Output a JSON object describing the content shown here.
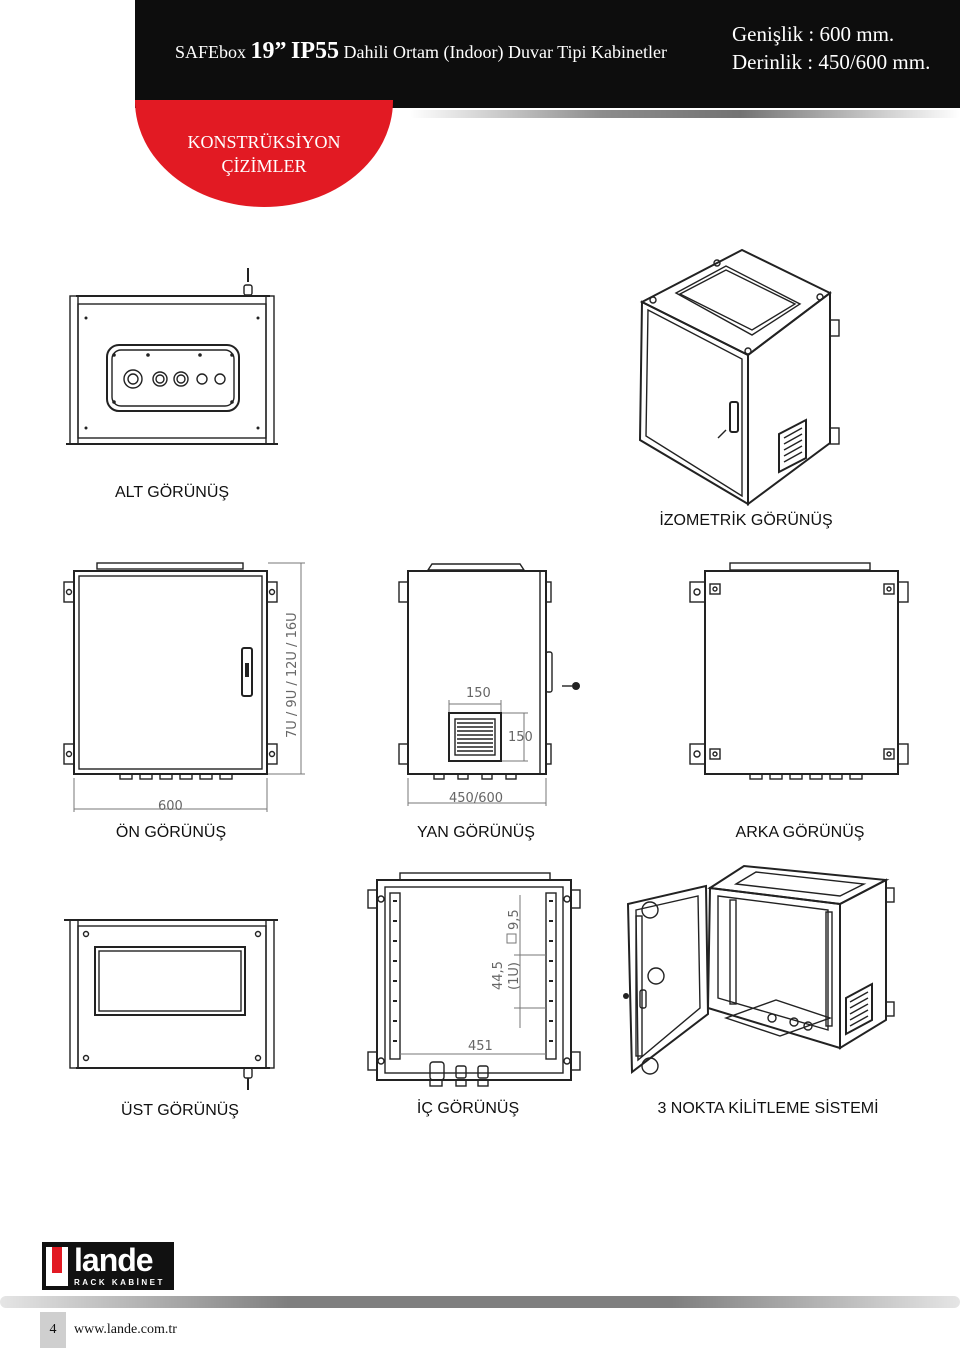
{
  "header": {
    "brand": "SAFEbox",
    "size": "19”",
    "rating": "IP55",
    "subtitle": "Dahili Ortam (Indoor) Duvar Tipi Kabinetler",
    "width_spec": "Genişlik : 600 mm.",
    "depth_spec": "Derinlik : 450/600 mm."
  },
  "badge": {
    "line1": "KONSTRÜKSİYON",
    "line2": "ÇİZİMLER"
  },
  "views": {
    "bottom": "ALT GÖRÜNÜŞ",
    "isometric": "İZOMETRİK GÖRÜNÜŞ",
    "front": "ÖN GÖRÜNÜŞ",
    "side": "YAN GÖRÜNÜŞ",
    "rear": "ARKA GÖRÜNÜŞ",
    "top": "ÜST GÖRÜNÜŞ",
    "interior": "İÇ GÖRÜNÜŞ",
    "locking": "3 NOKTA KİLİTLEME SİSTEMİ"
  },
  "dimensions": {
    "front_width": "600",
    "front_height": "7U / 9U / 12U / 16U",
    "side_depth": "450/600",
    "vent_width": "150",
    "vent_height": "150",
    "inner_width": "451",
    "unit_pitch": "44,5",
    "unit_label": "(1U)",
    "hole_size": "9,5"
  },
  "logo": {
    "name": "lande",
    "tagline": "RACK KABİNET"
  },
  "footer": {
    "page": "4",
    "url": "www.lande.com.tr"
  },
  "colors": {
    "accent": "#e21a23",
    "header_bg": "#0d0d0d"
  }
}
